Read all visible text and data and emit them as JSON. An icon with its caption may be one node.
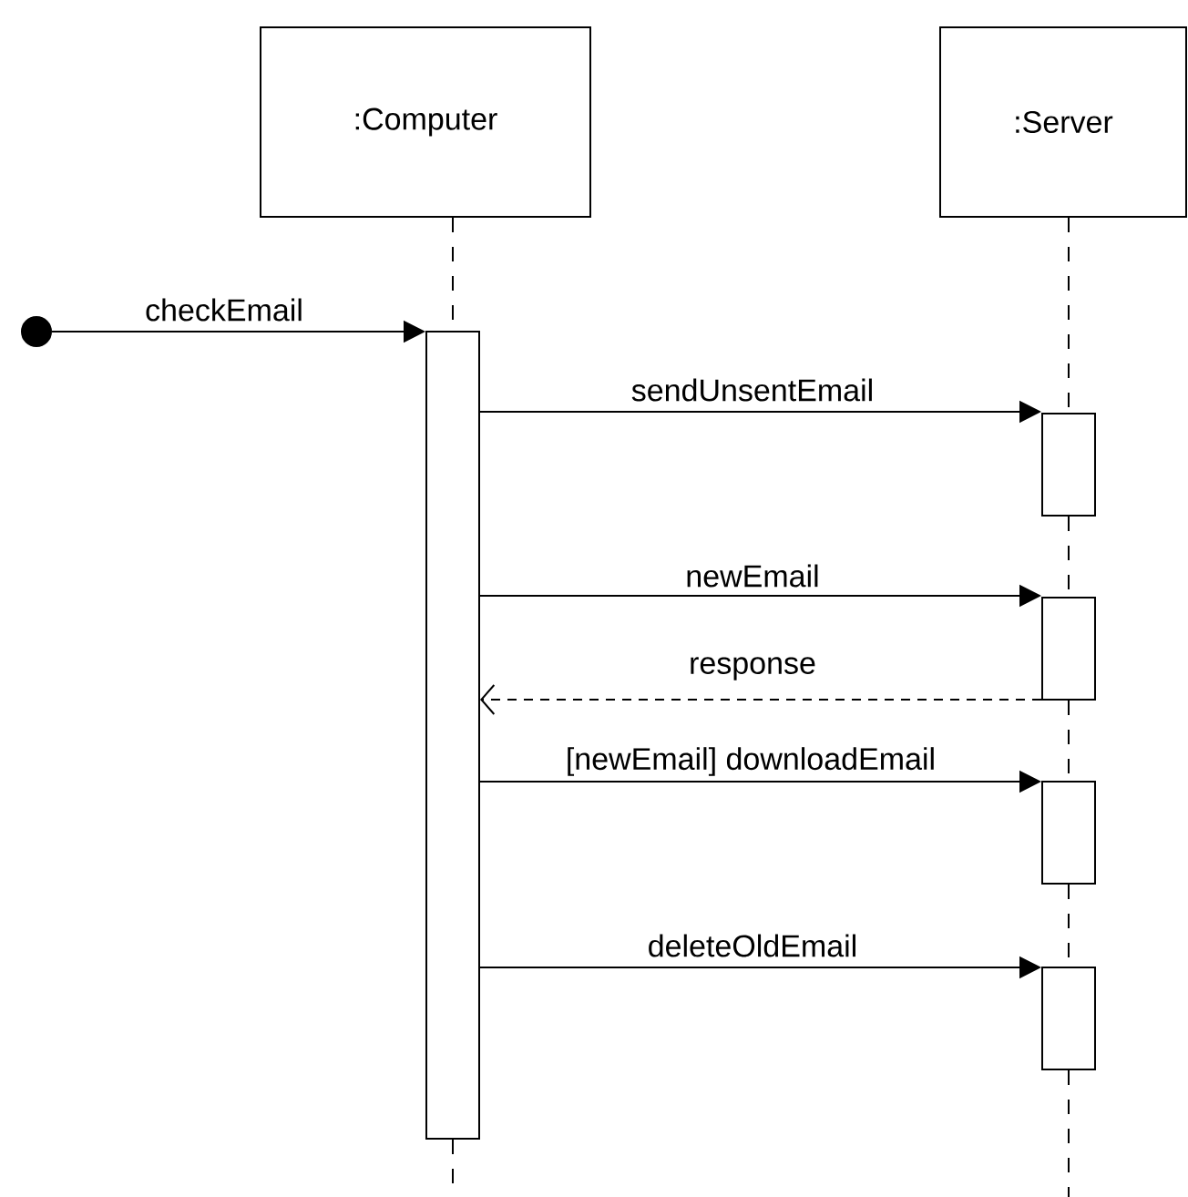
{
  "diagram": {
    "nodes": [
      {
        "text": [
          ":Computer"
        ]
      },
      {
        "text": [
          ":Server"
        ]
      },
      {
        "text": [],
        "shape": "circle"
      },
      {
        "text": [],
        "shape": "bar"
      },
      {
        "text": [],
        "shape": "bar"
      },
      {
        "text": [],
        "shape": "bar"
      },
      {
        "text": [],
        "shape": "bar"
      },
      {
        "text": [],
        "shape": "bar"
      }
    ],
    "edges": [
      {
        "from": 0,
        "to": 3,
        "arrow": "none",
        "style": "dashed"
      },
      {
        "from": 1,
        "to": 4,
        "arrow": "none",
        "style": "dashed"
      },
      {
        "from": 4,
        "to": 5,
        "arrow": "none",
        "style": "dashed"
      },
      {
        "from": 5,
        "to": 6,
        "arrow": "none",
        "style": "dashed"
      },
      {
        "from": 6,
        "to": 7,
        "arrow": "none",
        "style": "dashed"
      },
      {
        "from": 2,
        "to": 3,
        "arrow": "to",
        "label": "checkEmail"
      },
      {
        "from": 3,
        "to": 4,
        "arrow": "to",
        "label": "sendUnsentEmail"
      },
      {
        "from": 3,
        "to": 5,
        "arrow": "to",
        "label": "newEmail"
      },
      {
        "from": 5,
        "to": 3,
        "arrow": "to",
        "label": "response",
        "style": "dashed"
      },
      {
        "from": 3,
        "to": 6,
        "arrow": "to",
        "label": "[newEmail] downloadEmail"
      },
      {
        "from": 3,
        "to": 7,
        "arrow": "to",
        "label": "deleteOldEmail"
      }
    ]
  }
}
